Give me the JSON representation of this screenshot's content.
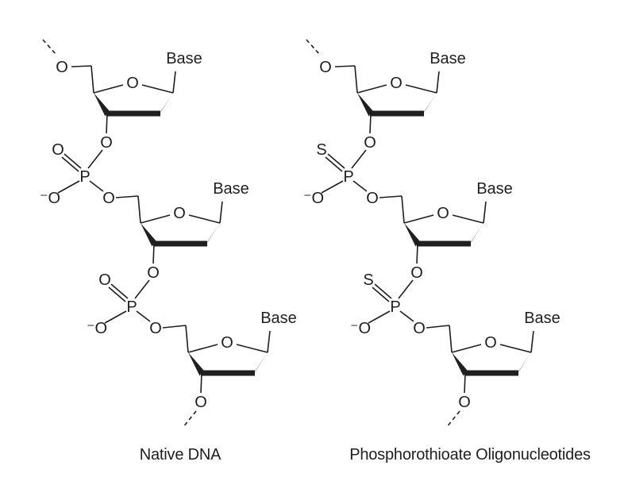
{
  "figure": {
    "background": "#ffffff",
    "ink": "#1f1f1f",
    "labels": {
      "oxygen": "O",
      "phosphorus": "P",
      "o_minus": "⁻O",
      "base": "Base"
    },
    "structures": [
      {
        "title": "Native DNA",
        "backbone_atom": "O"
      },
      {
        "title": "Phosphorothioate Oligonucleotides",
        "backbone_atom": "S"
      }
    ]
  }
}
